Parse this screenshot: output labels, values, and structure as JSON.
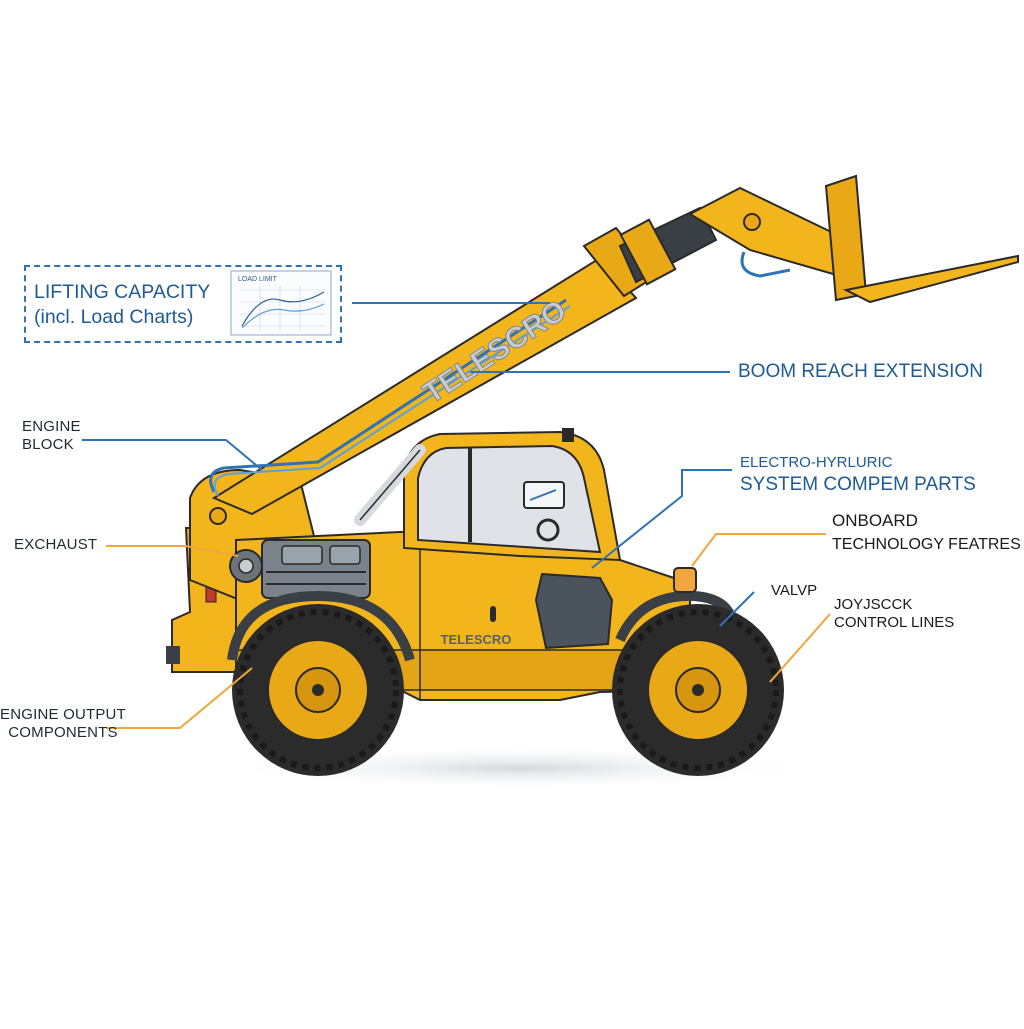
{
  "callouts": {
    "lifting_capacity": {
      "line1": "LIFTING CAPACITY",
      "line2": "(incl. Load Charts)",
      "chart_title": "LOAD LIMIT"
    },
    "boom_reach": "BOOM REACH EXTENSION",
    "electro_hydraulic": {
      "line1": "ELECTRO-HYRLURIC",
      "line2": "SYSTEM COMPEM PARTS"
    },
    "engine_block": {
      "line1": "ENGINE",
      "line2": "BLOCK"
    },
    "exhaust": "EXCHAUST",
    "engine_output": {
      "line1": "ENGINE OUTPUT",
      "line2": "COMPONENTS"
    },
    "onboard_tech": {
      "line1": "ONBOARD",
      "line2": "TECHNOLOGY FEATRES"
    },
    "valve": "VALVP",
    "joystick": {
      "line1": "JOYJSCCK",
      "line2": "CONTROL LINES"
    }
  },
  "branding": {
    "boom_text": "TELESCRO",
    "body_text": "TELESCRO"
  },
  "colors": {
    "machine_yellow": "#f2b51c",
    "machine_shadow": "#d39b12",
    "blue_callout": "#1e5a96",
    "orange_leader": "#f0a63a",
    "tire": "#2b2b2b",
    "steel": "#4b535c"
  }
}
